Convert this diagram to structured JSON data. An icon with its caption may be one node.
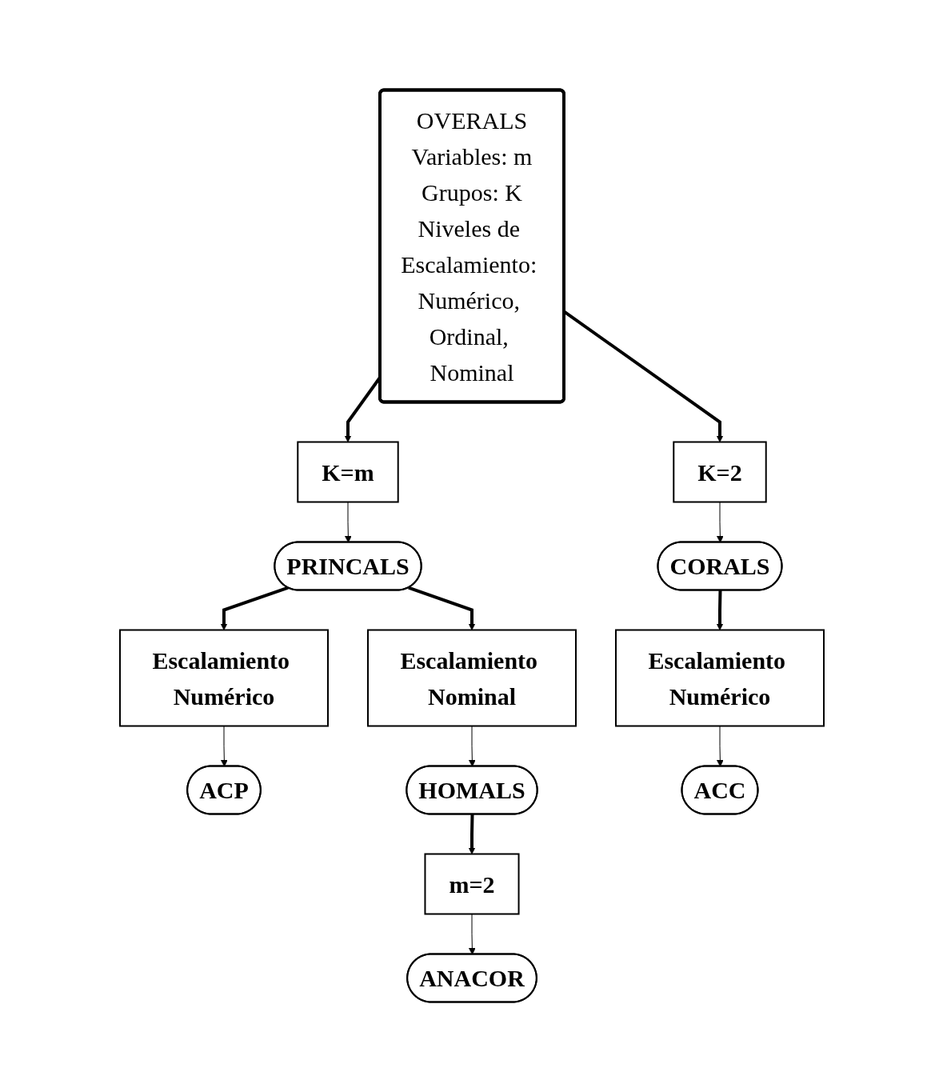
{
  "diagram": {
    "nodes": [
      {
        "text": [
          "OVERALS",
          "Variables: m",
          "Grupos: K",
          "Niveles de Escalamiento: Numérico, Ordinal, Nominal"
        ]
      },
      {
        "text": [
          "K=m"
        ]
      },
      {
        "text": [
          "PRINCALS"
        ]
      },
      {
        "text": [
          "Escalamiento Numérico"
        ]
      },
      {
        "text": [
          "Escalamiento Nominal"
        ]
      },
      {
        "text": [
          "ACP"
        ]
      },
      {
        "text": [
          "HOMALS"
        ]
      },
      {
        "text": [
          "m=2"
        ]
      },
      {
        "text": [
          "ANACOR"
        ]
      },
      {
        "text": [
          "K=2"
        ]
      },
      {
        "text": [
          "CORALS"
        ]
      },
      {
        "text": [
          "Escalamiento Numérico"
        ]
      },
      {
        "text": [
          "ACC"
        ]
      }
    ],
    "edges": [
      {
        "from": 0,
        "to": 1,
        "arrow": "to",
        "style": "thick"
      },
      {
        "from": 1,
        "to": 2,
        "arrow": "to"
      },
      {
        "from": 2,
        "to": 3,
        "arrow": "to",
        "style": "thick"
      },
      {
        "from": 2,
        "to": 4,
        "arrow": "to",
        "style": "thick"
      },
      {
        "from": 3,
        "to": 5,
        "arrow": "to"
      },
      {
        "from": 4,
        "to": 6,
        "arrow": "to"
      },
      {
        "from": 6,
        "to": 7,
        "arrow": "to",
        "style": "thick"
      },
      {
        "from": 7,
        "to": 8,
        "arrow": "to"
      },
      {
        "from": 0,
        "to": 9,
        "arrow": "to",
        "style": "thick"
      },
      {
        "from": 9,
        "to": 10,
        "arrow": "to"
      },
      {
        "from": 10,
        "to": 11,
        "arrow": "to",
        "style": "thick"
      },
      {
        "from": 11,
        "to": 12,
        "arrow": "to"
      }
    ]
  }
}
